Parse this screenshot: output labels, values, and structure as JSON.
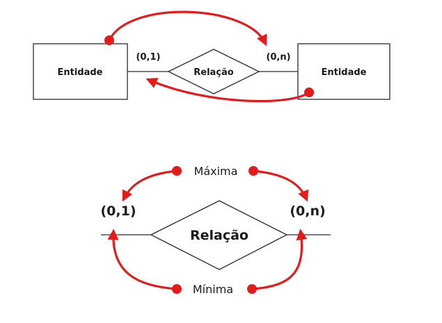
{
  "top": {
    "entity_left": "Entidade",
    "entity_right": "Entidade",
    "relation": "Relação",
    "card_left": "(0,1)",
    "card_right": "(0,n)"
  },
  "bottom": {
    "relation": "Relação",
    "card_left": "(0,1)",
    "card_right": "(0,n)",
    "max_label": "Máxima",
    "min_label": "Mínima"
  },
  "colors": {
    "accent": "#e31b1b",
    "stroke": "#2a2a2a",
    "text": "#1a1a1a"
  }
}
